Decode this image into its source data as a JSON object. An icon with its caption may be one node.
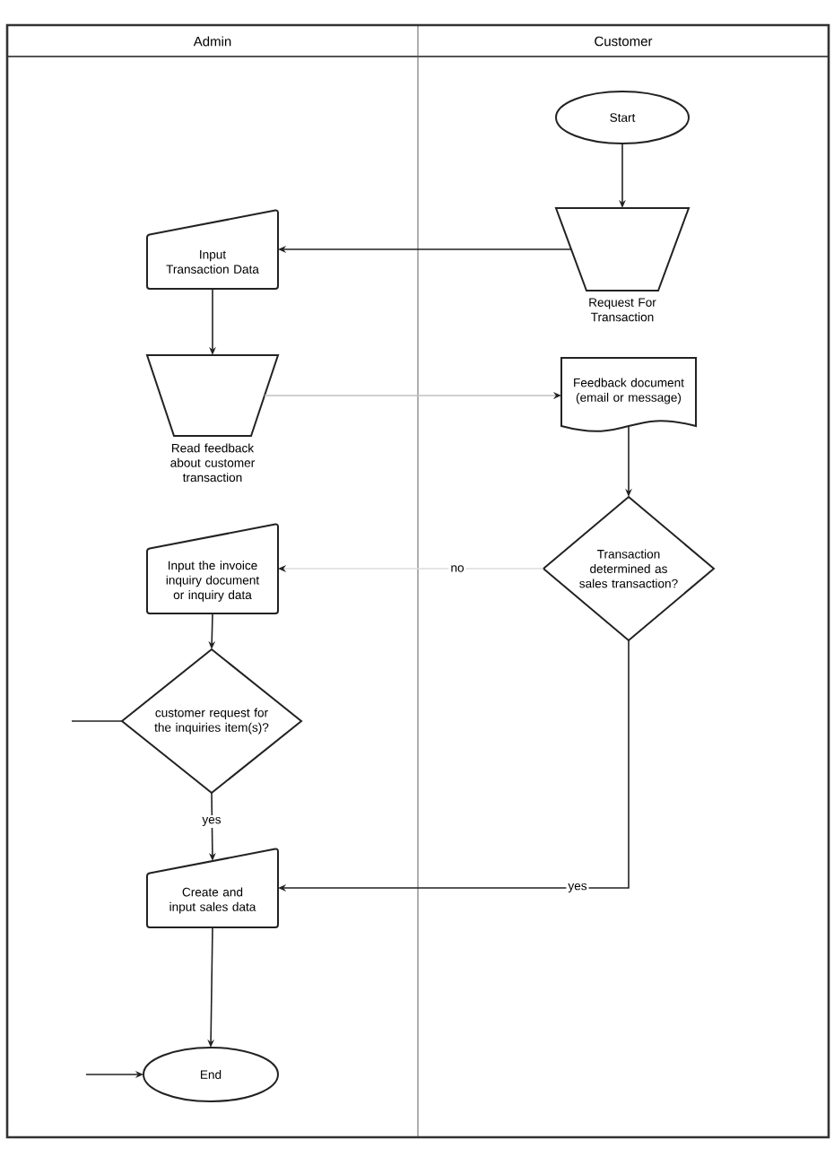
{
  "diagram": {
    "nodes": [
      {
        "text": [
          "Admin"
        ]
      },
      {
        "text": [
          "Customer"
        ]
      },
      {
        "text": [
          "Start"
        ],
        "in": 1
      },
      {
        "text": [
          "Request For Transaction"
        ],
        "in": 1
      },
      {
        "text": [
          "Input Transaction Data"
        ],
        "in": 0
      },
      {
        "text": [
          "Read feedback about customer transaction"
        ],
        "in": 0
      },
      {
        "text": [
          "Feedback document (email or message)"
        ],
        "in": 1
      },
      {
        "text": [
          "Input the invoice inquiry document or inquiry data"
        ],
        "in": 0
      },
      {
        "text": [
          "Transaction determined as sales transaction?"
        ],
        "in": 1
      },
      {
        "text": [
          "customer request for the inquiries item(s)?"
        ],
        "in": 0
      },
      {
        "text": [
          "Create and input sales data"
        ],
        "in": 0
      },
      {
        "text": [
          "End"
        ],
        "in": 0
      }
    ],
    "edges": [
      {
        "from": 2,
        "to": 3,
        "arrow": "to"
      },
      {
        "from": 3,
        "to": 4,
        "arrow": "to"
      },
      {
        "from": 4,
        "to": 5,
        "arrow": "to"
      },
      {
        "from": 5,
        "to": 6,
        "arrow": "to",
        "color": "#c0c0c0"
      },
      {
        "from": 6,
        "to": 8,
        "arrow": "to"
      },
      {
        "from": 8,
        "to": 7,
        "arrow": "to",
        "label": "no",
        "color": "#dcdcdc"
      },
      {
        "from": 7,
        "to": 9,
        "arrow": "to"
      },
      {
        "from": 9,
        "to": 10,
        "arrow": "to",
        "label": "yes"
      },
      {
        "from": 8,
        "to": 10,
        "arrow": "to",
        "label": "yes"
      },
      {
        "from": 10,
        "to": 11,
        "arrow": "to"
      },
      {
        "from": null,
        "to": 9,
        "arrow": "none"
      },
      {
        "from": null,
        "to": 11,
        "arrow": "to"
      }
    ]
  }
}
